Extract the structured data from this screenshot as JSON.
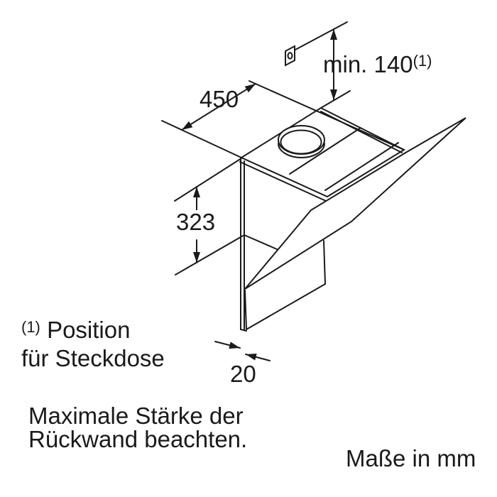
{
  "diagram": {
    "title_hint": "wall-hood installation drawing",
    "dims": {
      "top_depth": "450",
      "chimney_height": "323",
      "socket_clearance": "min. 140",
      "socket_clearance_sup": "(1)",
      "back_panel_thickness": "20"
    },
    "footnote": {
      "sup": "(1)",
      "line1": "Position",
      "line2": "für Steckdose"
    },
    "note": {
      "line1": "Maximale Stärke der",
      "line2": "Rückwand beachten."
    },
    "units_note": "Maße in mm",
    "icons": {
      "socket": "power-socket-symbol"
    },
    "colors": {
      "line": "#1a1a1a",
      "background": "#ffffff"
    }
  }
}
